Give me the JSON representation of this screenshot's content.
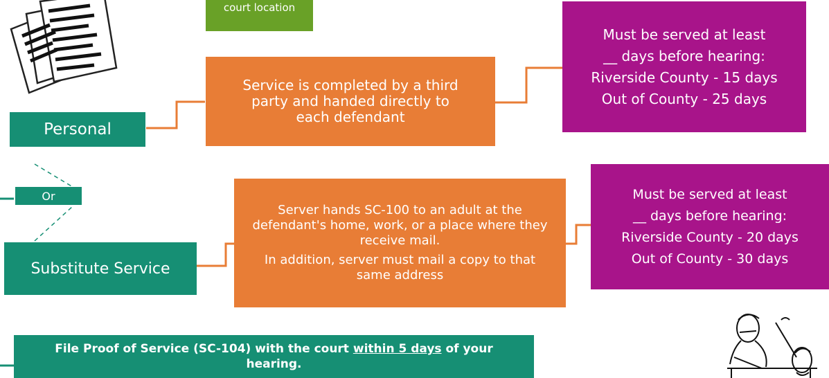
{
  "top_box": {
    "text": "court location"
  },
  "personal": {
    "label": "Personal",
    "description": "Service is completed by a third party and handed directly to each defendant",
    "deadline": [
      "Must be served at least",
      "__ days before hearing:",
      "Riverside County - 15 days",
      "Out of County - 25 days"
    ]
  },
  "or_label": "Or",
  "substitute": {
    "label": "Substitute Service",
    "description_1": "Server hands SC-100 to an adult at the defendant's home, work, or a place where they receive mail.",
    "description_2": "In addition, server must mail a copy to that same address",
    "deadline": [
      "Must be served at least",
      "__ days before hearing:",
      "Riverside County - 20 days",
      "Out of County - 30 days"
    ]
  },
  "proof": {
    "text_before": "File Proof of Service (SC-104) with the court ",
    "text_underlined": "within 5 days",
    "text_after": " of your hearing."
  },
  "colors": {
    "teal": "#168f74",
    "orange": "#e87d36",
    "purple": "#a8148a",
    "green": "#69a127"
  }
}
